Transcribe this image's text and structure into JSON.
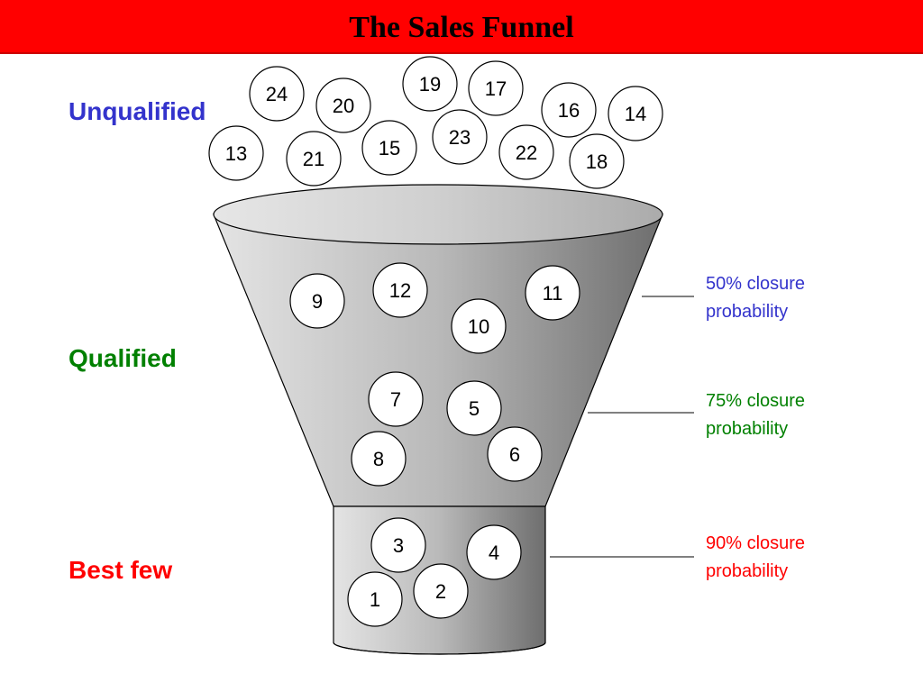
{
  "title": "The Sales Funnel",
  "colors": {
    "title_bg": "#ff0000",
    "unqualified": "#3333cc",
    "qualified": "#008000",
    "best_few": "#ff0000"
  },
  "stages": {
    "unqualified": {
      "label": "Unqualified",
      "prospects": [
        "24",
        "20",
        "19",
        "17",
        "16",
        "14",
        "13",
        "21",
        "15",
        "23",
        "22",
        "18"
      ]
    },
    "qualified": {
      "label": "Qualified",
      "prospects": [
        "9",
        "12",
        "11",
        "10",
        "7",
        "5",
        "8",
        "6"
      ]
    },
    "best_few": {
      "label": "Best few",
      "prospects": [
        "3",
        "4",
        "2",
        "1"
      ]
    }
  },
  "closure": [
    {
      "line1": "50% closure",
      "line2": "probability"
    },
    {
      "line1": "75% closure",
      "line2": "probability"
    },
    {
      "line1": "90% closure",
      "line2": "probability"
    }
  ]
}
